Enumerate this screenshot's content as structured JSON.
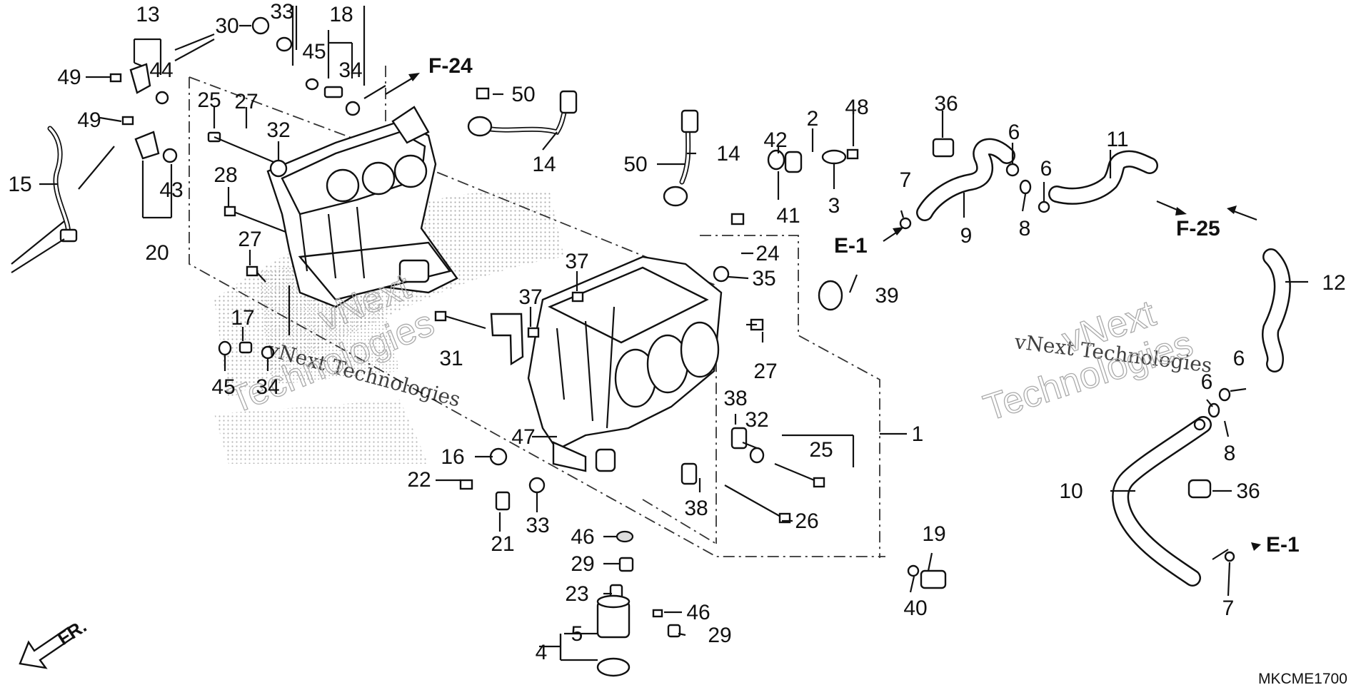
{
  "diagram": {
    "callouts": [
      {
        "id": "c13",
        "label": "13"
      },
      {
        "id": "c30",
        "label": "30"
      },
      {
        "id": "c33a",
        "label": "33"
      },
      {
        "id": "c18",
        "label": "18"
      },
      {
        "id": "c49a",
        "label": "49"
      },
      {
        "id": "c44",
        "label": "44"
      },
      {
        "id": "c45a",
        "label": "45"
      },
      {
        "id": "c34a",
        "label": "34"
      },
      {
        "id": "c49b",
        "label": "49"
      },
      {
        "id": "c15",
        "label": "15"
      },
      {
        "id": "c43",
        "label": "43"
      },
      {
        "id": "c20",
        "label": "20"
      },
      {
        "id": "c25a",
        "label": "25"
      },
      {
        "id": "c27a",
        "label": "27"
      },
      {
        "id": "c32a",
        "label": "32"
      },
      {
        "id": "c28",
        "label": "28"
      },
      {
        "id": "c27b",
        "label": "27"
      },
      {
        "id": "c17",
        "label": "17"
      },
      {
        "id": "c45b",
        "label": "45"
      },
      {
        "id": "c34b",
        "label": "34"
      },
      {
        "id": "c31",
        "label": "31"
      },
      {
        "id": "c50a",
        "label": "50"
      },
      {
        "id": "c14a",
        "label": "14"
      },
      {
        "id": "c37a",
        "label": "37"
      },
      {
        "id": "c37b",
        "label": "37"
      },
      {
        "id": "c16",
        "label": "16"
      },
      {
        "id": "c22",
        "label": "22"
      },
      {
        "id": "c47",
        "label": "47"
      },
      {
        "id": "c21",
        "label": "21"
      },
      {
        "id": "c33b",
        "label": "33"
      },
      {
        "id": "c46a",
        "label": "46"
      },
      {
        "id": "c29a",
        "label": "29"
      },
      {
        "id": "c23",
        "label": "23"
      },
      {
        "id": "c5",
        "label": "5"
      },
      {
        "id": "c4",
        "label": "4"
      },
      {
        "id": "c46b",
        "label": "46"
      },
      {
        "id": "c29b",
        "label": "29"
      },
      {
        "id": "c14b",
        "label": "14"
      },
      {
        "id": "c50b",
        "label": "50"
      },
      {
        "id": "c24",
        "label": "24"
      },
      {
        "id": "c35",
        "label": "35"
      },
      {
        "id": "c27c",
        "label": "27"
      },
      {
        "id": "c38a",
        "label": "38"
      },
      {
        "id": "c32b",
        "label": "32"
      },
      {
        "id": "c25b",
        "label": "25"
      },
      {
        "id": "c38b",
        "label": "38"
      },
      {
        "id": "c26",
        "label": "26"
      },
      {
        "id": "c1",
        "label": "1"
      },
      {
        "id": "c42",
        "label": "42"
      },
      {
        "id": "c2",
        "label": "2"
      },
      {
        "id": "c48",
        "label": "48"
      },
      {
        "id": "c41",
        "label": "41"
      },
      {
        "id": "c3",
        "label": "3"
      },
      {
        "id": "c39",
        "label": "39"
      },
      {
        "id": "c36a",
        "label": "36"
      },
      {
        "id": "c6a",
        "label": "6"
      },
      {
        "id": "c6b",
        "label": "6"
      },
      {
        "id": "c11",
        "label": "11"
      },
      {
        "id": "c7a",
        "label": "7"
      },
      {
        "id": "c9",
        "label": "9"
      },
      {
        "id": "c8a",
        "label": "8"
      },
      {
        "id": "c12",
        "label": "12"
      },
      {
        "id": "c6c",
        "label": "6"
      },
      {
        "id": "c6d",
        "label": "6"
      },
      {
        "id": "c8b",
        "label": "8"
      },
      {
        "id": "c10",
        "label": "10"
      },
      {
        "id": "c36b",
        "label": "36"
      },
      {
        "id": "c19",
        "label": "19"
      },
      {
        "id": "c40",
        "label": "40"
      },
      {
        "id": "c7b",
        "label": "7"
      }
    ],
    "refs": {
      "f24": "F-24",
      "f25": "F-25",
      "e1_left": "E-1",
      "e1_right": "E-1"
    },
    "watermark": {
      "text_line": "vNext Technologies",
      "outline_word_1": "vNext",
      "outline_word_2": "Technologies"
    },
    "front_indicator": "FR.",
    "diagram_code": "MKCME1700"
  }
}
